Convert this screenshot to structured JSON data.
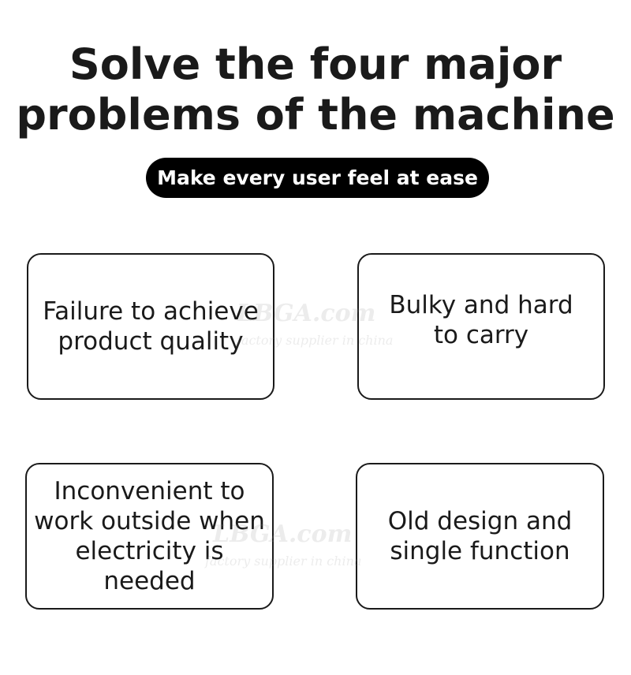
{
  "headline": {
    "line1": "Solve the four major",
    "line2": "problems of the machine"
  },
  "tagline": "Make every user feel at ease",
  "cards": [
    {
      "text": "Failure to achieve product quality"
    },
    {
      "text": "Bulky and hard to carry"
    },
    {
      "text": "Inconvenient to work outside when electricity is needed"
    },
    {
      "text": "Old design and single function"
    }
  ],
  "watermark": {
    "brand": "LBGA.com",
    "subtitle": "factory supplier in china"
  }
}
